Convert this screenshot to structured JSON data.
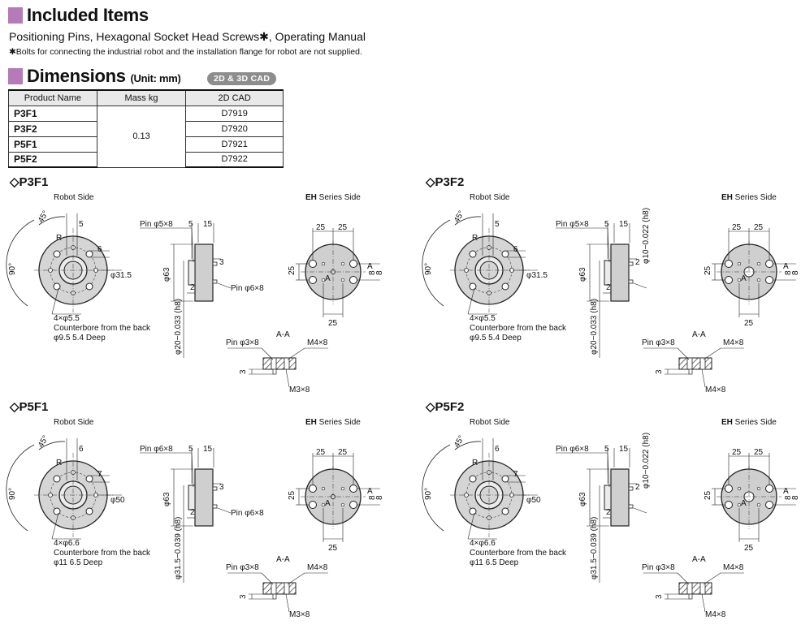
{
  "included": {
    "title": "Included Items",
    "items": "Positioning Pins, Hexagonal Socket Head Screws✱, Operating Manual",
    "note": "✱Bolts for connecting the industrial robot and the installation flange for robot are not supplied."
  },
  "dimensions": {
    "title": "Dimensions",
    "unit": "(Unit: mm)",
    "badge": "2D & 3D CAD"
  },
  "table": {
    "headers": [
      "Product Name",
      "Mass kg",
      "2D CAD"
    ],
    "mass": "0.13",
    "rows": [
      {
        "name": "P3F1",
        "cad": "D7919"
      },
      {
        "name": "P3F2",
        "cad": "D7920"
      },
      {
        "name": "P5F1",
        "cad": "D7921"
      },
      {
        "name": "P5F2",
        "cad": "D7922"
      }
    ]
  },
  "labels": {
    "robot_side": "Robot Side",
    "eh_bold": "EH",
    "eh_rest": " Series Side",
    "section": "A-A",
    "counterbore": "Counterbore from the back"
  },
  "models": [
    {
      "title": "◇P3F1",
      "angle_45": "45°",
      "angle_90": "90°",
      "r": "R",
      "dim_top": "5",
      "dim_side": "6",
      "pcd": "φ31.5",
      "holes": "4×φ5.5",
      "cb_depth": "φ9.5 5.4 Deep",
      "pin_top": "Pin φ5×8",
      "w1": "5",
      "w2": "15",
      "d_outer": "φ63",
      "t3": "3",
      "t2": "2",
      "pin_bottom": "Pin φ6×8",
      "boss": "φ20−0.033 (h8)",
      "eh_top1": "25",
      "eh_top2": "25",
      "eh_left": "25",
      "eh_bottom": "25",
      "eh_r1": "8",
      "eh_r2": "8",
      "eh_a1": "A",
      "eh_a2": "A",
      "sec_pin": "Pin φ3×8",
      "sec_screw": "M4×8",
      "sec_depth": "3",
      "sec_bottom": "M3×8"
    },
    {
      "title": "◇P3F2",
      "angle_45": "45°",
      "angle_90": "90°",
      "r": "R",
      "dim_top": "5",
      "dim_side": "6",
      "pcd": "φ31.5",
      "holes": "4×φ5.5",
      "cb_depth": "φ9.5 5.4 Deep",
      "pin_top": "Pin φ5×8",
      "w1": "5",
      "w2": "15",
      "d_outer": "φ63",
      "t3": "2",
      "t2": "2",
      "pin_bottom": "",
      "boss": "φ20−0.033 (h8)",
      "eh_boss": "φ10−0.022 (h8)",
      "eh_top1": "25",
      "eh_top2": "25",
      "eh_left": "25",
      "eh_bottom": "25",
      "eh_r1": "8",
      "eh_r2": "8",
      "eh_a1": "A",
      "eh_a2": "A",
      "sec_pin": "Pin φ3×8",
      "sec_screw": "M4×8",
      "sec_depth": "3",
      "sec_bottom": "M4×8"
    },
    {
      "title": "◇P5F1",
      "angle_45": "45°",
      "angle_90": "90°",
      "r": "R",
      "dim_top": "6",
      "dim_side": "7",
      "pcd": "φ50",
      "holes": "4×φ6.6",
      "cb_depth": "φ11 6.5 Deep",
      "pin_top": "Pin φ6×8",
      "w1": "5",
      "w2": "15",
      "d_outer": "φ63",
      "t3": "3",
      "t2": "2",
      "pin_bottom": "Pin φ6×8",
      "boss": "φ31.5−0.039 (h8)",
      "eh_top1": "25",
      "eh_top2": "25",
      "eh_left": "25",
      "eh_bottom": "25",
      "eh_r1": "8",
      "eh_r2": "8",
      "eh_a1": "A",
      "eh_a2": "A",
      "sec_pin": "Pin φ3×8",
      "sec_screw": "M4×8",
      "sec_depth": "3",
      "sec_bottom": "M3×8"
    },
    {
      "title": "◇P5F2",
      "angle_45": "45°",
      "angle_90": "90°",
      "r": "R",
      "dim_top": "6",
      "dim_side": "7",
      "pcd": "φ50",
      "holes": "4×φ6.6",
      "cb_depth": "φ11 6.5 Deep",
      "pin_top": "Pin φ6×8",
      "w1": "5",
      "w2": "15",
      "d_outer": "φ63",
      "t3": "2",
      "t2": "2",
      "pin_bottom": "",
      "boss": "φ31.5−0.039 (h8)",
      "eh_boss": "φ10−0.022 (h8)",
      "eh_top1": "25",
      "eh_top2": "25",
      "eh_left": "25",
      "eh_bottom": "25",
      "eh_r1": "8",
      "eh_r2": "8",
      "eh_a1": "A",
      "eh_a2": "A",
      "sec_pin": "Pin φ3×8",
      "sec_screw": "M4×8",
      "sec_depth": "3",
      "sec_bottom": "M4×8"
    }
  ]
}
